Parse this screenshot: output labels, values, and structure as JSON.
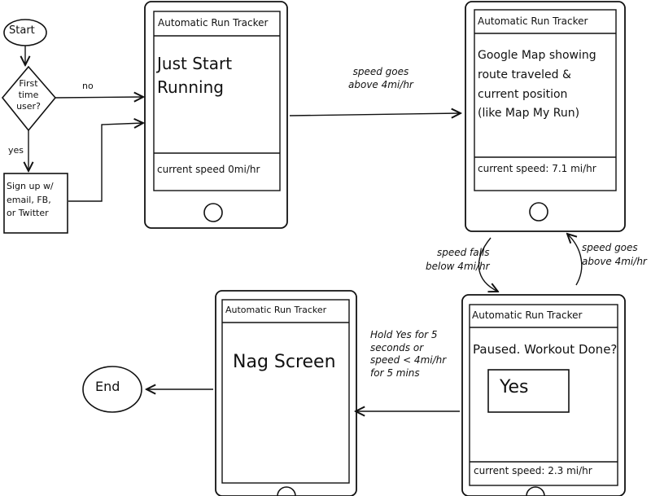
{
  "flow": {
    "start": "Start",
    "decision": [
      "First",
      "time",
      "user?"
    ],
    "no": "no",
    "yes": "yes",
    "signup": [
      "Sign up w/",
      "email, FB,",
      "or Twitter"
    ],
    "end": "End"
  },
  "phones": {
    "app_title": "Automatic Run Tracker",
    "p1": {
      "body": [
        "Just Start",
        "Running"
      ],
      "footer": "current speed 0mi/hr"
    },
    "p2": {
      "body": [
        "Google Map showing",
        "route traveled &",
        "current position",
        "(like Map My Run)"
      ],
      "footer": "current speed: 7.1 mi/hr"
    },
    "p3": {
      "title": "Automatic Run Tracker",
      "body": "Paused. Workout Done?",
      "yes_button": "Yes",
      "footer": "current speed: 2.3 mi/hr"
    },
    "p4": {
      "title": "Automatic Run Tracker",
      "body": "Nag Screen"
    }
  },
  "transitions": {
    "speed_up": [
      "speed goes",
      "above 4mi/hr"
    ],
    "speed_falls": [
      "speed falls",
      "below 4mi/hr"
    ],
    "speed_goes_right": [
      "speed goes",
      "above 4mi/hr"
    ],
    "hold_yes": [
      "Hold Yes for 5",
      "seconds or",
      "speed < 4mi/hr",
      "for 5 mins"
    ]
  }
}
